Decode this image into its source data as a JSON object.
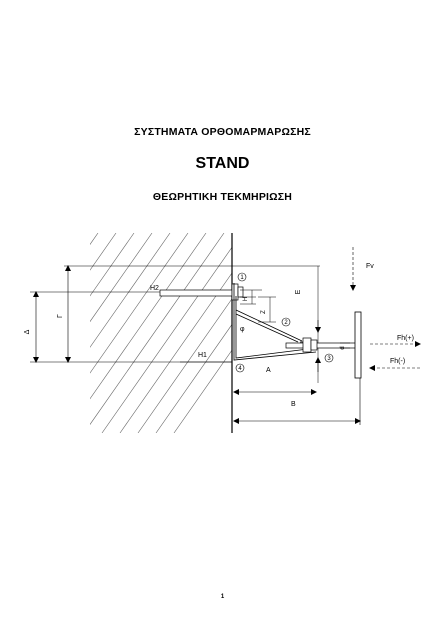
{
  "doc": {
    "title_1": "ΣΥΣΤΗΜΑΤΑ ΟΡΘΟΜΑΡΜΑΡΩΣΗΣ",
    "title_2": "STAND",
    "title_3": "ΘΕΩΡΗΤΙΚΗ ΤΕΚΜΗΡΙΩΣΗ",
    "page_number": "1"
  },
  "drawing": {
    "labels": {
      "delta": "Δ",
      "gamma": "Γ",
      "h2": "H2",
      "h1": "H1",
      "eta": "Η",
      "zeta": "Ζ",
      "phi": "φ",
      "epsilon": "Ε",
      "a": "A",
      "b": "B",
      "d": "d",
      "fv": "Fv",
      "fh_plus": "Fh(+)",
      "fh_minus": "Fh(-)",
      "c1": "1",
      "c2": "2",
      "c3": "3",
      "c4": "4"
    }
  }
}
